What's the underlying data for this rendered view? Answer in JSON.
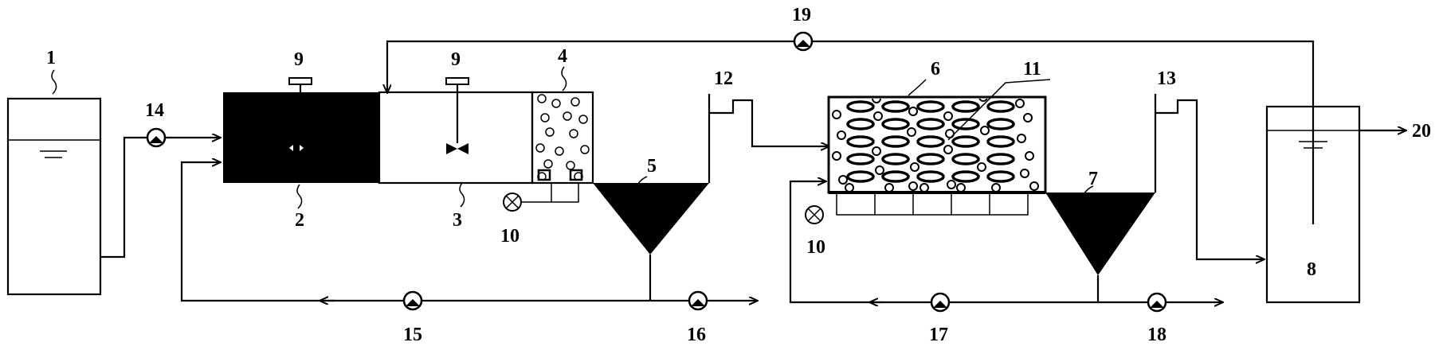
{
  "diagram": {
    "labels": {
      "l1": "1",
      "l2": "2",
      "l3": "3",
      "l4": "4",
      "l5": "5",
      "l6": "6",
      "l7": "7",
      "l8": "8",
      "l9a": "9",
      "l9b": "9",
      "l10a": "10",
      "l10b": "10",
      "l11": "11",
      "l12": "12",
      "l13": "13",
      "l14": "14",
      "l15": "15",
      "l16": "16",
      "l17": "17",
      "l18": "18",
      "l19": "19",
      "l20": "20"
    },
    "colors": {
      "line": "#000000",
      "fill_dark": "#000000",
      "background": "#ffffff"
    }
  }
}
